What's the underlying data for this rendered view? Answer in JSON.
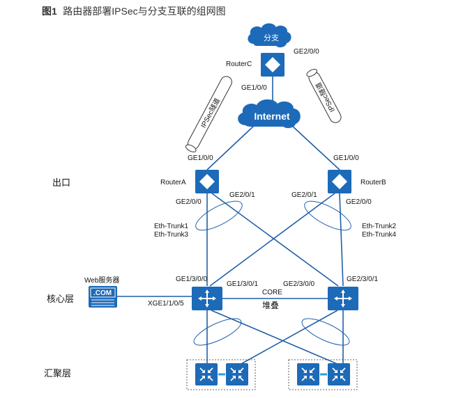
{
  "title": {
    "number": "图1",
    "text": "路由器部署IPSec与分支互联的组网图"
  },
  "layers": {
    "exit": "出口",
    "core": "核心层",
    "aggregation": "汇聚层"
  },
  "cloud_branch": "分支",
  "cloud_internet": "Internet",
  "routers": {
    "c": "RouterC",
    "a": "RouterA",
    "b": "RouterB"
  },
  "ports": {
    "c_up": "GE2/0/0",
    "c_down": "GE1/0/0",
    "a_up": "GE1/0/0",
    "b_up": "GE1/0/0",
    "a_down0": "GE2/0/0",
    "a_down1": "GE2/0/1",
    "b_down1": "GE2/0/1",
    "b_down0": "GE2/0/0",
    "core1_0": "GE1/3/0/0",
    "core1_1": "GE1/3/0/1",
    "core2_0": "GE2/3/0/0",
    "core2_1": "GE2/3/0/1",
    "web_port": "XGE1/1/0/5"
  },
  "trunks": {
    "left": "Eth-Trunk1\nEth-Trunk3",
    "left_1": "Eth-Trunk1",
    "left_2": "Eth-Trunk3",
    "right_1": "Eth-Trunk2",
    "right_2": "Eth-Trunk4"
  },
  "tunnels": {
    "left": "IPSec隧道",
    "right": "IPSec隧道"
  },
  "core_label": "CORE",
  "stack_label": "堆叠",
  "web_server": {
    "label": "Web服务器",
    "screen": ".COM"
  },
  "colors": {
    "device": "#1d6ab8",
    "link": "#1f5fa8",
    "aggregation_link": "#27a0d8"
  }
}
